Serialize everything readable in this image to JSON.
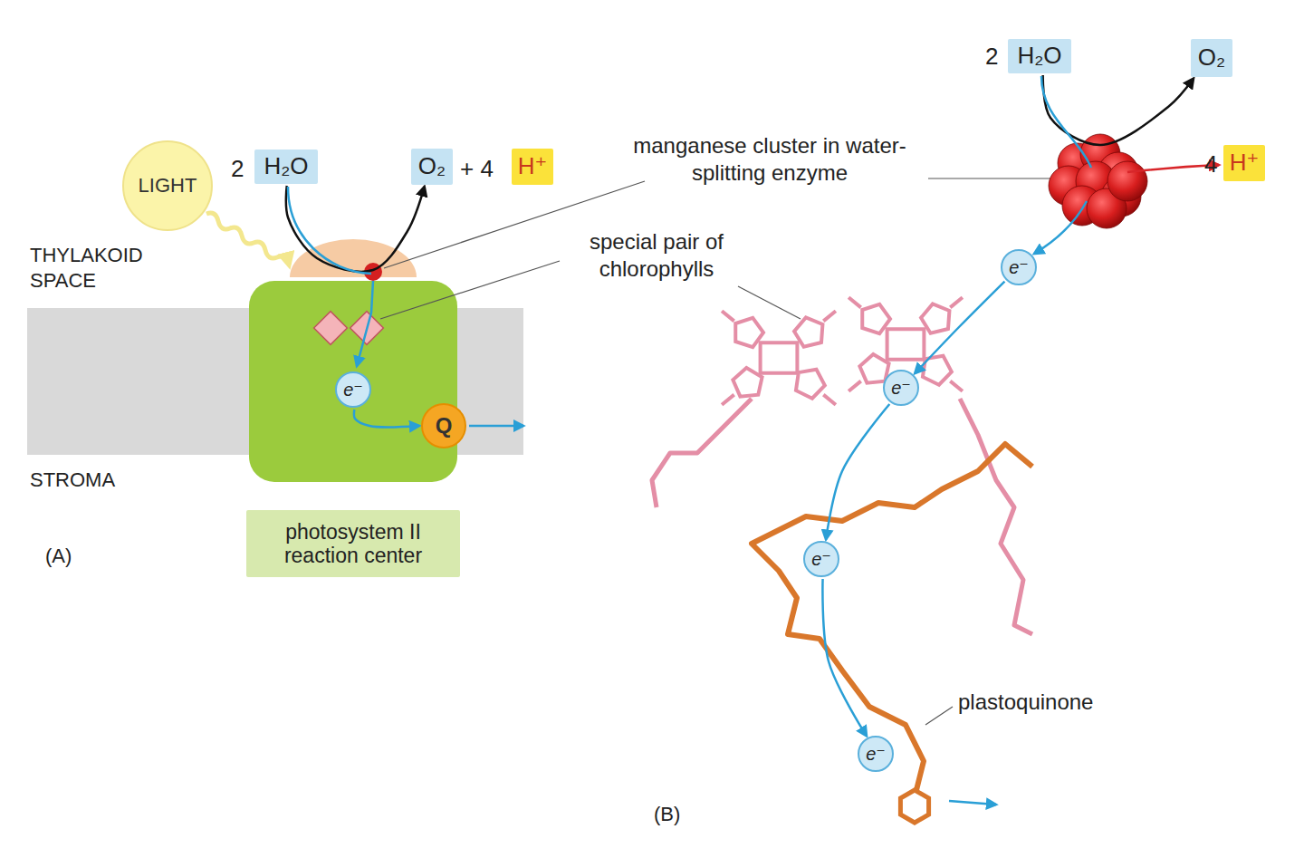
{
  "diagram": {
    "nodes": [
      {
        "text": [
          "LIGHT"
        ]
      },
      {
        "text": [
          "H₂O"
        ]
      },
      {
        "text": [
          "O₂"
        ]
      },
      {
        "text": [
          "H⁺"
        ]
      },
      {
        "text": [
          "H₂O"
        ]
      },
      {
        "text": [
          "O₂"
        ]
      },
      {
        "text": [
          "H⁺"
        ]
      },
      {
        "text": [
          "e⁻"
        ]
      },
      {
        "text": [
          "Q"
        ]
      },
      {
        "text": [
          "photosystem II reaction center"
        ]
      },
      {
        "text": [
          "e⁻"
        ]
      },
      {
        "text": [
          "e⁻"
        ]
      },
      {
        "text": [
          "e⁻"
        ]
      },
      {
        "text": [
          "e⁻"
        ]
      }
    ],
    "edges": [
      {
        "from": 1,
        "to": 2,
        "arrow": "to"
      },
      {
        "from": 4,
        "to": 5,
        "arrow": "to"
      },
      {
        "from": 7,
        "to": 8,
        "arrow": "to"
      },
      {
        "from": 10,
        "to": 11,
        "arrow": "to"
      },
      {
        "from": 11,
        "to": 12,
        "arrow": "to"
      },
      {
        "from": 12,
        "to": 13,
        "arrow": "to"
      }
    ],
    "labels": [
      "2",
      "+ 4",
      "THYLAKOID SPACE",
      "STROMA",
      "(A)",
      "manganese cluster in water-splitting enzyme",
      "special pair of chlorophylls",
      "2",
      "4",
      "plastoquinone",
      "(B)"
    ]
  }
}
